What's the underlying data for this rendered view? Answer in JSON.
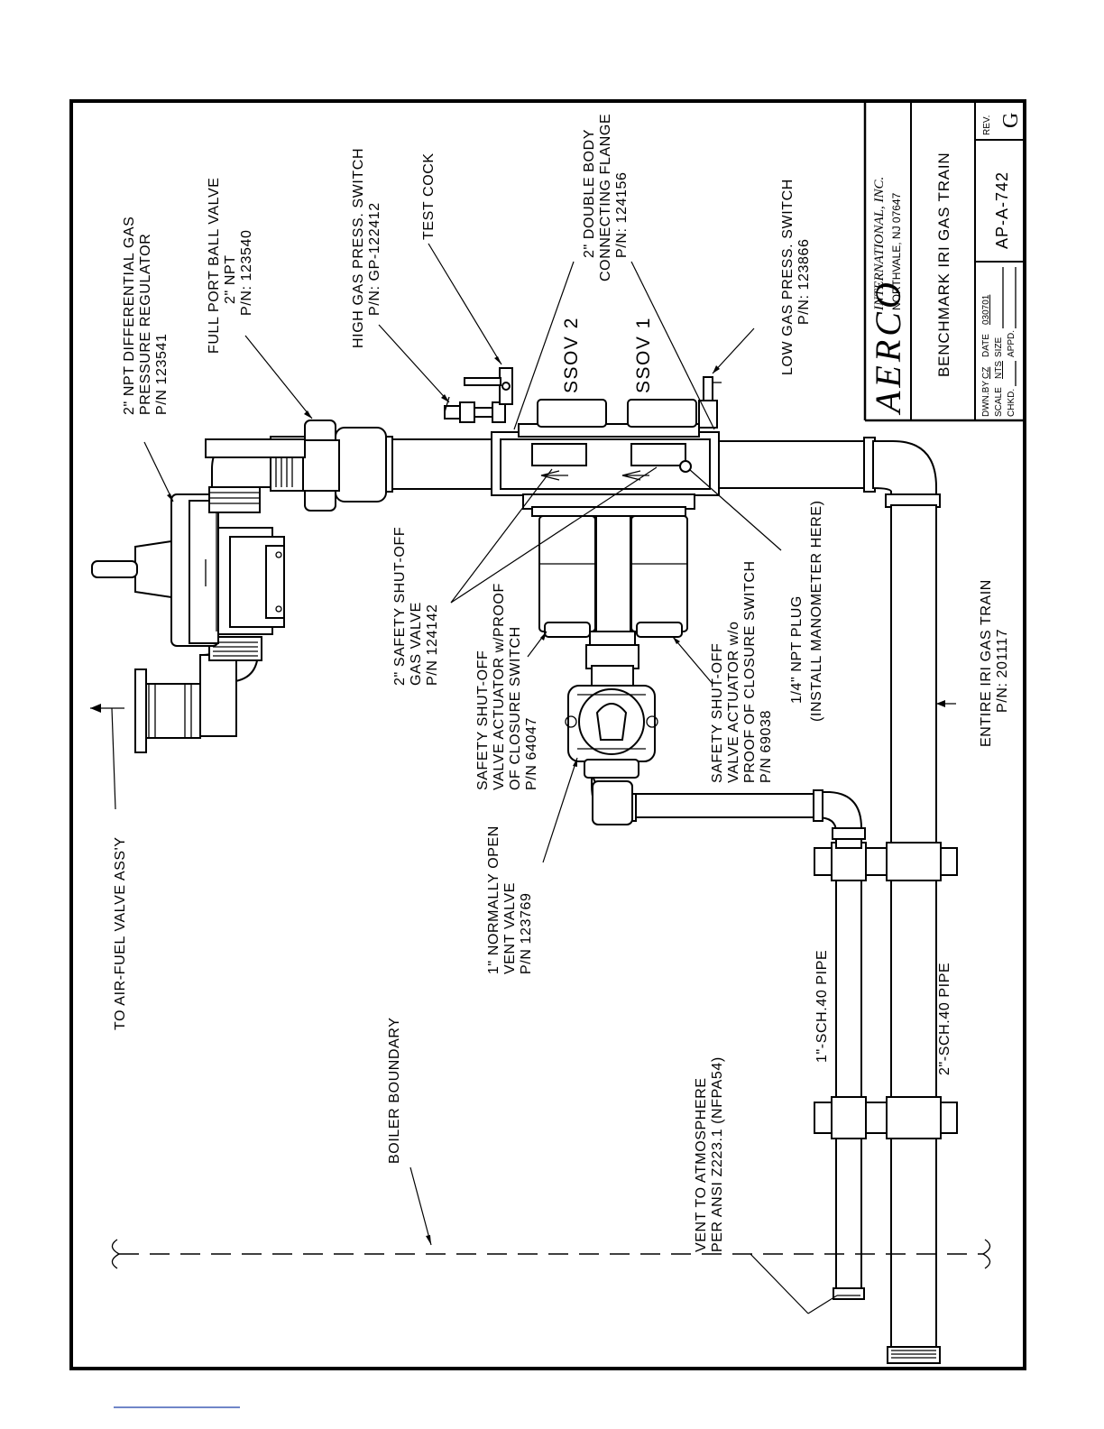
{
  "title_block": {
    "brand": "AERCO",
    "brand_suffix": "INTERNATIONAL, INC.",
    "address": "NORTHVALE, NJ  07647",
    "title": "BENCHMARK IRI GAS TRAIN",
    "dwn_by_label": "DWN.BY",
    "dwn_by_value": "CZ",
    "date_label": "DATE",
    "date_value": "030701",
    "scale_label": "SCALE",
    "scale_value": "NTS",
    "size_label": "SIZE",
    "chkd_label": "CHKD.",
    "appd_label": "APPD.",
    "drawing_number": "AP-A-742",
    "rev_label": "REV.",
    "rev_value": "G"
  },
  "callouts": {
    "regulator": [
      "2\" NPT DIFFERENTIAL GAS",
      "PRESSURE REGULATOR",
      "P/N 123541"
    ],
    "ball_valve": [
      "FULL PORT BALL VALVE",
      "2\" NPT",
      "P/N: 123540"
    ],
    "high_gas_switch": [
      "HIGH GAS PRESS. SWITCH",
      "P/N: GP-122412"
    ],
    "test_cock": [
      "TEST COCK"
    ],
    "flange": [
      "2\" DOUBLE BODY",
      "CONNECTING FLANGE",
      "P/N: 124156"
    ],
    "low_gas_switch": [
      "LOW GAS PRESS. SWITCH",
      "P/N: 123866"
    ],
    "ssov2": [
      "SSOV 2"
    ],
    "ssov1": [
      "SSOV 1"
    ],
    "safety_valve": [
      "2\" SAFETY SHUT-OFF",
      "GAS VALVE",
      "P/N 124142"
    ],
    "actuator_proof": [
      "SAFETY SHUT-OFF",
      "VALVE ACTUATOR w/PROOF",
      "OF CLOSURE SWITCH",
      "P/N 64047"
    ],
    "actuator_no_proof": [
      "SAFETY SHUT-OFF",
      "VALVE ACTUATOR w/o",
      "PROOF OF CLOSURE SWITCH",
      "P/N 69038"
    ],
    "npt_plug": [
      "1/4\" NPT PLUG",
      "(INSTALL MANOMETER HERE)"
    ],
    "gas_train": [
      "ENTIRE IRI GAS TRAIN",
      "P/N: 201117"
    ],
    "vent_valve": [
      "1\" NORMALLY OPEN",
      "VENT VALVE",
      "P/N 123769"
    ],
    "air_fuel": [
      "TO AIR-FUEL VALVE ASS'Y"
    ],
    "pipe_1in": [
      "1\"-SCH.40 PIPE"
    ],
    "pipe_2in": [
      "2\"-SCH.40 PIPE"
    ],
    "boiler_boundary": [
      "BOILER BOUNDARY"
    ],
    "vent_atm": [
      "VENT TO ATMOSPHERE",
      "PER ANSI Z223.1 (NFPA54)"
    ]
  }
}
